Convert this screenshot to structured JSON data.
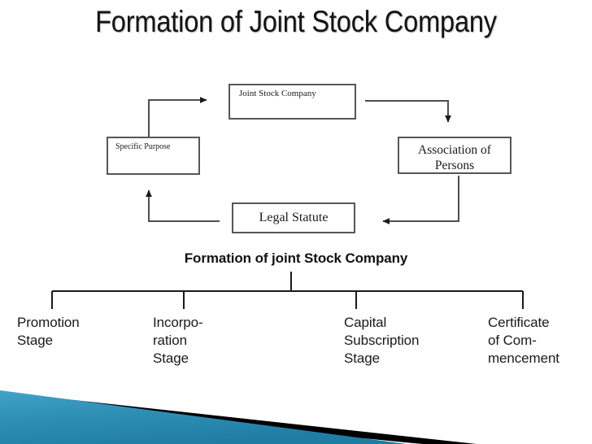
{
  "slide": {
    "title": "Formation of Joint Stock Company",
    "background_color": "#ffffff"
  },
  "cycle_diagram": {
    "name": "formation-cycle",
    "boxes": [
      {
        "id": "joint-stock-company",
        "label": "Joint Stock Company"
      },
      {
        "id": "association-of-persons",
        "label": "Association of\nPersons"
      },
      {
        "id": "specific-purpose",
        "label": "Specific Purpose"
      },
      {
        "id": "legal-statute",
        "label": "Legal Statute"
      }
    ],
    "arrows": [
      {
        "from": "specific-purpose",
        "to": "joint-stock-company",
        "direction": "up-right"
      },
      {
        "from": "joint-stock-company",
        "to": "association-of-persons",
        "direction": "right-down"
      },
      {
        "from": "association-of-persons",
        "to": "legal-statute",
        "direction": "down-left"
      },
      {
        "from": "legal-statute",
        "to": "specific-purpose",
        "direction": "left-up"
      }
    ],
    "line_color": "#55565a"
  },
  "tree": {
    "heading": "Formation of joint Stock Company",
    "line_color": "#1a1a1a",
    "stages": [
      {
        "id": "promotion-stage",
        "label": "Promotion\nStage"
      },
      {
        "id": "incorporation-stage",
        "label": "Incorpo-\nration\nStage"
      },
      {
        "id": "capital-subscription-stage",
        "label": "Capital\nSubscription\nStage"
      },
      {
        "id": "certificate-of-commencement",
        "label": "Certificate\nof Com-\nmencement"
      }
    ]
  },
  "decoration": {
    "name": "bottom-corner-graphic",
    "teal_color": "#2e8fb5",
    "teal_dark_color": "#1c7ba3",
    "black_color": "#000000",
    "pale_blue_color": "#dce9f0"
  }
}
